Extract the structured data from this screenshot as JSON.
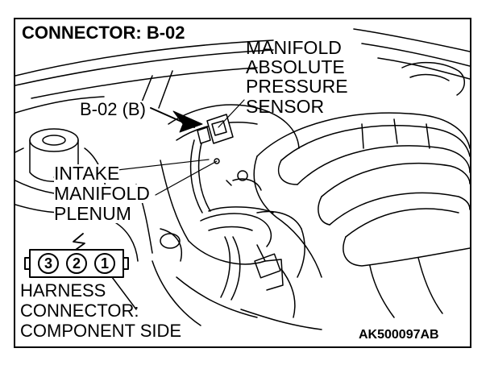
{
  "title": "CONNECTOR: B-02",
  "sensor_label": [
    "MANIFOLD",
    "ABSOLUTE",
    "PRESSURE",
    "SENSOR"
  ],
  "connector_label": "B-02 (B)",
  "intake_label": [
    "INTAKE",
    "MANIFOLD",
    "PLENUM"
  ],
  "connector_pins": [
    "3",
    "2",
    "1"
  ],
  "harness_label": [
    "HARNESS",
    "CONNECTOR:",
    "COMPONENT SIDE"
  ],
  "figure_code": "AK500097AB"
}
